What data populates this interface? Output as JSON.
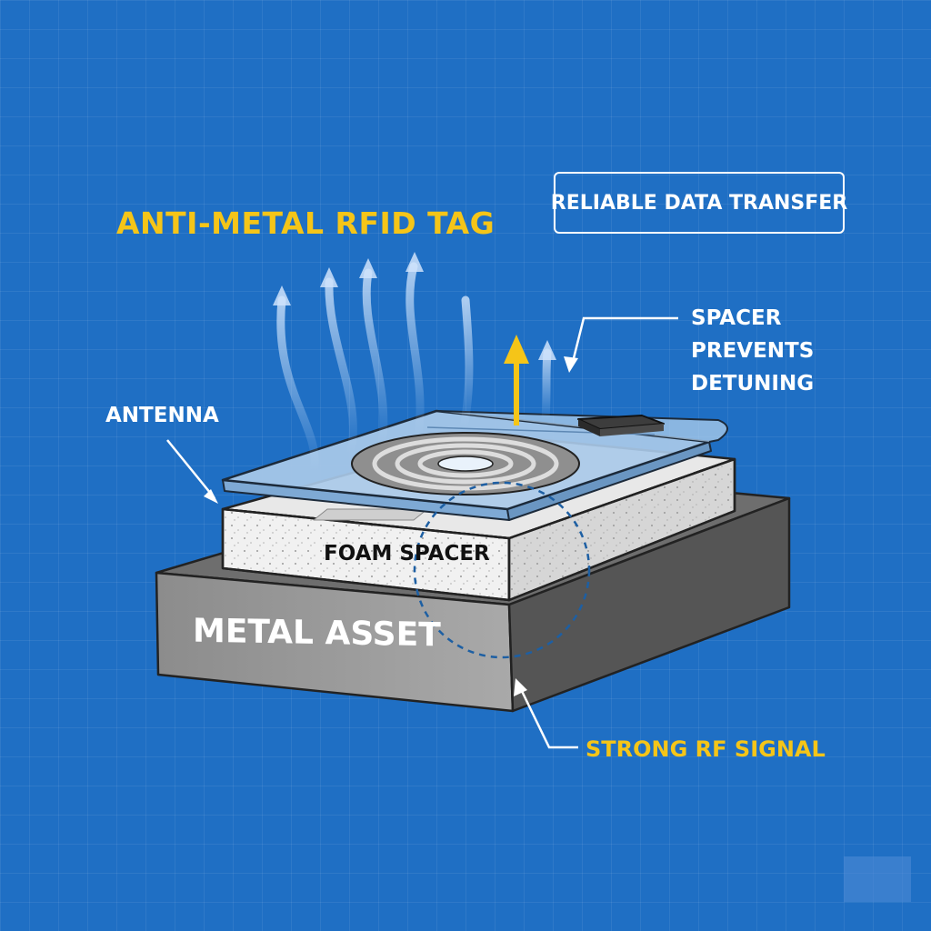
{
  "title": "ANTI-METAL RFID TAG",
  "badge": "RELIABLE DATA TRANSFER",
  "labels": {
    "antenna": "ANTENNA",
    "spacer_note": "SPACER\nPREVENTS\nDETUNING",
    "strong_signal": "STRONG RF SIGNAL",
    "foam_spacer": "FOAM SPACER",
    "metal_asset": "METAL ASSET"
  },
  "colors": {
    "background": "#1f6fc4",
    "accent_yellow": "#f5c518",
    "label_white": "#ffffff"
  }
}
